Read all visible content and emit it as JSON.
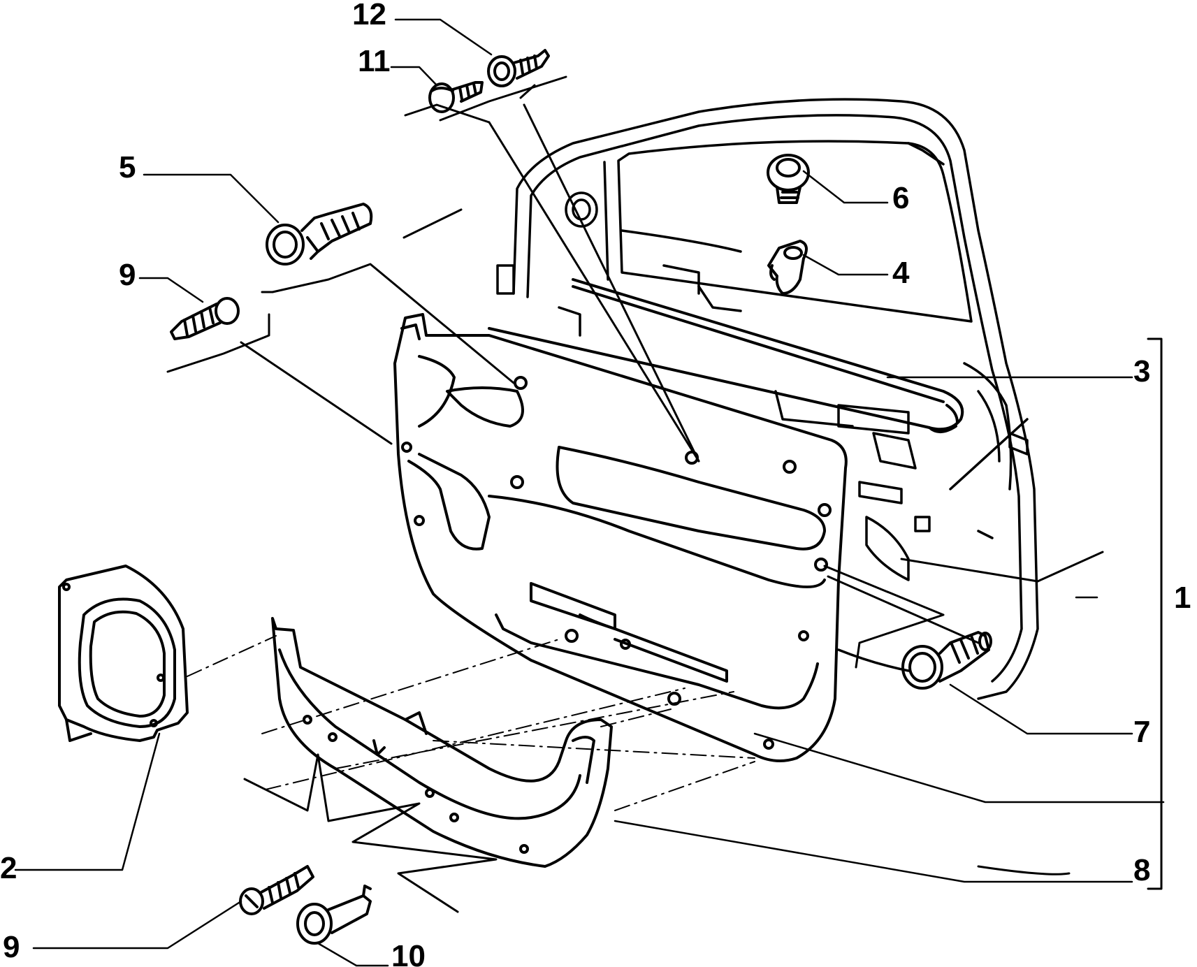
{
  "diagram": {
    "callouts": [
      {
        "id": "c12",
        "label": "12"
      },
      {
        "id": "c11",
        "label": "11"
      },
      {
        "id": "c5",
        "label": "5"
      },
      {
        "id": "c6",
        "label": "6"
      },
      {
        "id": "c4",
        "label": "4"
      },
      {
        "id": "c9top",
        "label": "9"
      },
      {
        "id": "c3",
        "label": "3"
      },
      {
        "id": "c1",
        "label": "1"
      },
      {
        "id": "c7",
        "label": "7"
      },
      {
        "id": "c2",
        "label": "2"
      },
      {
        "id": "c8",
        "label": "8"
      },
      {
        "id": "c9bottom",
        "label": "9"
      },
      {
        "id": "c10",
        "label": "10"
      }
    ]
  }
}
